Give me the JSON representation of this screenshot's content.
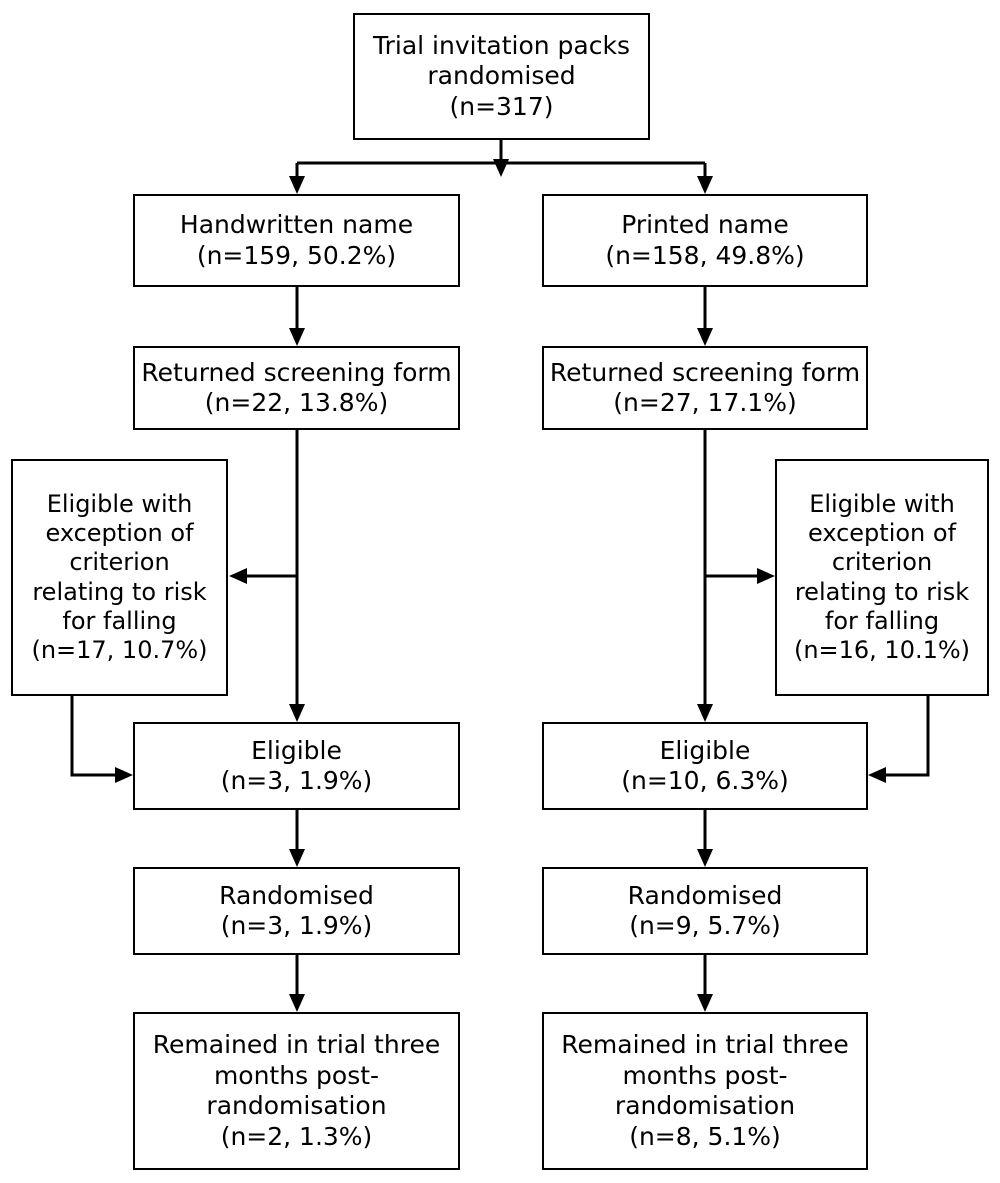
{
  "diagram": {
    "title": "Trial invitation packs randomisation flow diagram",
    "type": "flowchart",
    "stroke_color": "#000000",
    "background_color": "#ffffff",
    "box_fill": "#ffffff"
  },
  "nodes": {
    "root": {
      "label": "Trial invitation packs randomised",
      "lines": [
        "Trial invitation packs",
        "randomised",
        "(n=317)"
      ],
      "count": 317,
      "count_text": "(n=317)"
    },
    "arm_left_allocation": {
      "label": "Handwritten name",
      "lines": [
        "Handwritten name",
        "(n=159, 50.2%)"
      ],
      "count": 159,
      "percent": "50.2%",
      "count_text": "(n=159, 50.2%)"
    },
    "arm_right_allocation": {
      "label": "Printed name",
      "lines": [
        "Printed name",
        "(n=158, 49.8%)"
      ],
      "count": 158,
      "percent": "49.8%",
      "count_text": "(n=158, 49.8%)"
    },
    "left_returned": {
      "label": "Returned screening form",
      "lines": [
        "Returned screening form",
        "(n=22, 13.8%)"
      ],
      "count": 22,
      "percent": "13.8%",
      "count_text": "(n=22, 13.8%)"
    },
    "right_returned": {
      "label": "Returned screening form",
      "lines": [
        "Returned screening form",
        "(n=27, 17.1%)"
      ],
      "count": 27,
      "percent": "17.1%",
      "count_text": "(n=27, 17.1%)"
    },
    "left_exception": {
      "label": "Eligible with exception of criterion relating to risk for falling",
      "lines": [
        "Eligible with",
        "exception of",
        "criterion",
        "relating to risk",
        "for falling",
        "(n=17, 10.7%)"
      ],
      "count": 17,
      "percent": "10.7%",
      "count_text": "(n=17, 10.7%)"
    },
    "right_exception": {
      "label": "Eligible with exception of criterion relating to risk for falling",
      "lines": [
        "Eligible with",
        "exception of",
        "criterion",
        "relating to risk",
        "for falling",
        "(n=16, 10.1%)"
      ],
      "count": 16,
      "percent": "10.1%",
      "count_text": "(n=16, 10.1%)"
    },
    "left_eligible": {
      "label": "Eligible",
      "lines": [
        "Eligible",
        "(n=3, 1.9%)"
      ],
      "count": 3,
      "percent": "1.9%",
      "count_text": "(n=3, 1.9%)"
    },
    "right_eligible": {
      "label": "Eligible",
      "lines": [
        "Eligible",
        "(n=10, 6.3%)"
      ],
      "count": 10,
      "percent": "6.3%",
      "count_text": "(n=10, 6.3%)"
    },
    "left_randomised": {
      "label": "Randomised",
      "lines": [
        "Randomised",
        "(n=3, 1.9%)"
      ],
      "count": 3,
      "percent": "1.9%",
      "count_text": "(n=3, 1.9%)"
    },
    "right_randomised": {
      "label": "Randomised",
      "lines": [
        "Randomised",
        "(n=9, 5.7%)"
      ],
      "count": 9,
      "percent": "5.7%",
      "count_text": "(n=9, 5.7%)"
    },
    "left_remained": {
      "label": "Remained in trial three months post-randomisation",
      "lines": [
        "Remained in trial three",
        "months post-",
        "randomisation",
        "(n=2, 1.3%)"
      ],
      "count": 2,
      "percent": "1.3%",
      "count_text": "(n=2, 1.3%)"
    },
    "right_remained": {
      "label": "Remained in trial three months post-randomisation",
      "lines": [
        "Remained in trial three",
        "months post-",
        "randomisation",
        "(n=8, 5.1%)"
      ],
      "count": 8,
      "percent": "5.1%",
      "count_text": "(n=8, 5.1%)"
    }
  }
}
